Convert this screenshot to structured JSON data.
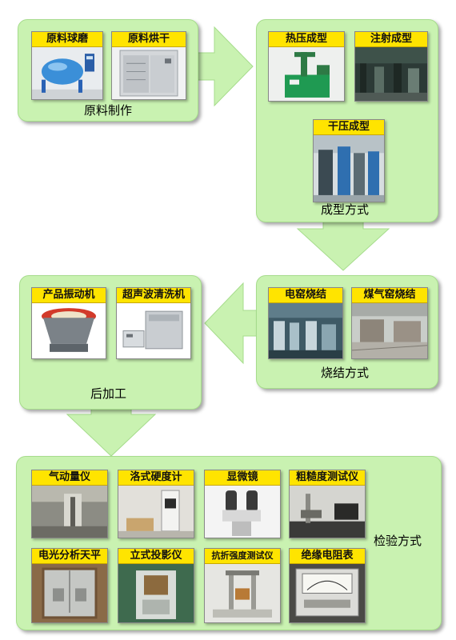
{
  "stage1": {
    "caption": "原料制作",
    "cards": [
      "原料球磨",
      "原料烘干"
    ]
  },
  "stage2": {
    "caption": "成型方式",
    "cards": [
      "热压成型",
      "注射成型",
      "干压成型"
    ]
  },
  "stage3": {
    "caption": "烧结方式",
    "cards": [
      "电窑烧结",
      "煤气窑烧结"
    ]
  },
  "stage4": {
    "caption": "后加工",
    "cards": [
      "产品振动机",
      "超声波清洗机"
    ]
  },
  "stage5": {
    "caption": "检验方式",
    "cards": [
      "气动量仪",
      "洛式硬度计",
      "显微镜",
      "粗糙度测试仪",
      "电光分析天平",
      "立式投影仪",
      "抗折强度测试仪",
      "绝缘电阻表"
    ]
  },
  "colors": {
    "panel_fill": "#c9f2b1",
    "label_fill": "#ffe400"
  }
}
